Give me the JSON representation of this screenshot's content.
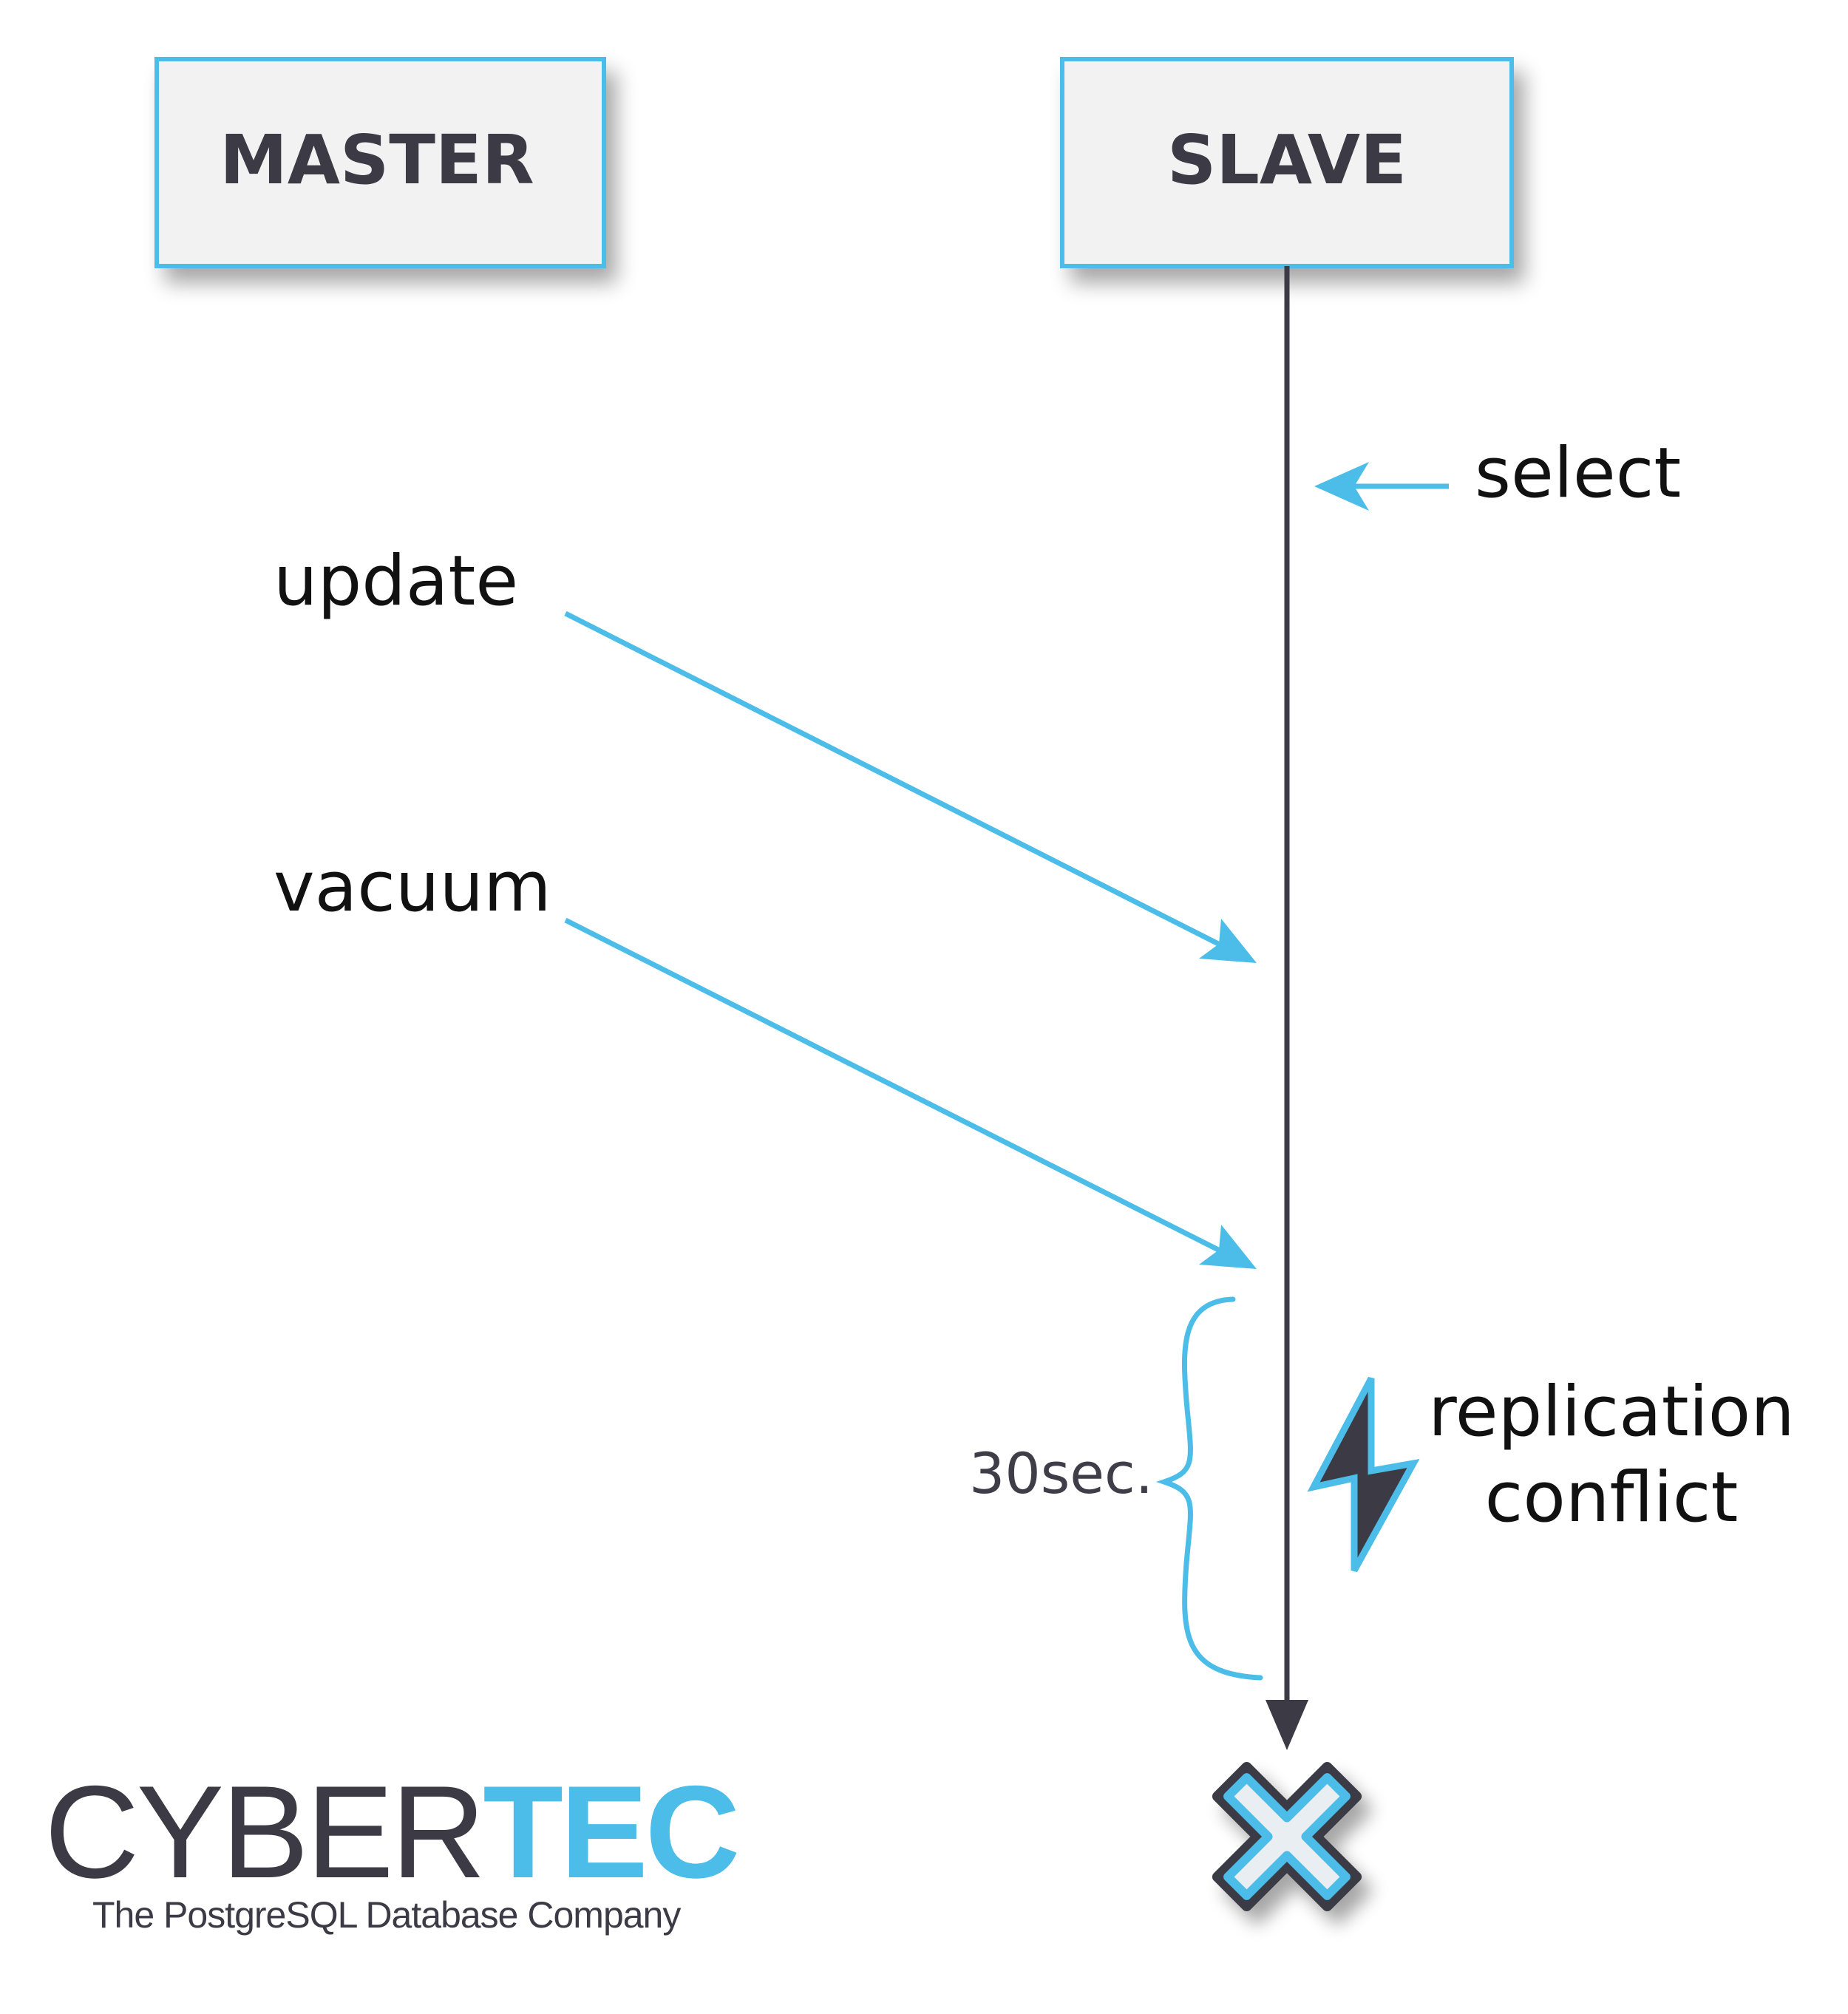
{
  "nodes": {
    "master": "MASTER",
    "slave": "SLAVE"
  },
  "events": {
    "select": "select",
    "update": "update",
    "vacuum": "vacuum"
  },
  "conflict": {
    "line1": "replication",
    "line2": "conflict"
  },
  "timeout": "30sec.",
  "logo": {
    "brand_part1": "CYBER",
    "brand_part2": "TEC",
    "tagline": "The PostgreSQL Database Company"
  },
  "colors": {
    "accent_blue": "#4bbde8",
    "dark": "#3b3a45",
    "box_fill": "#f2f2f2"
  },
  "icons": {
    "conflict": "lightning-bolt-icon",
    "terminated": "x-cross-icon"
  }
}
